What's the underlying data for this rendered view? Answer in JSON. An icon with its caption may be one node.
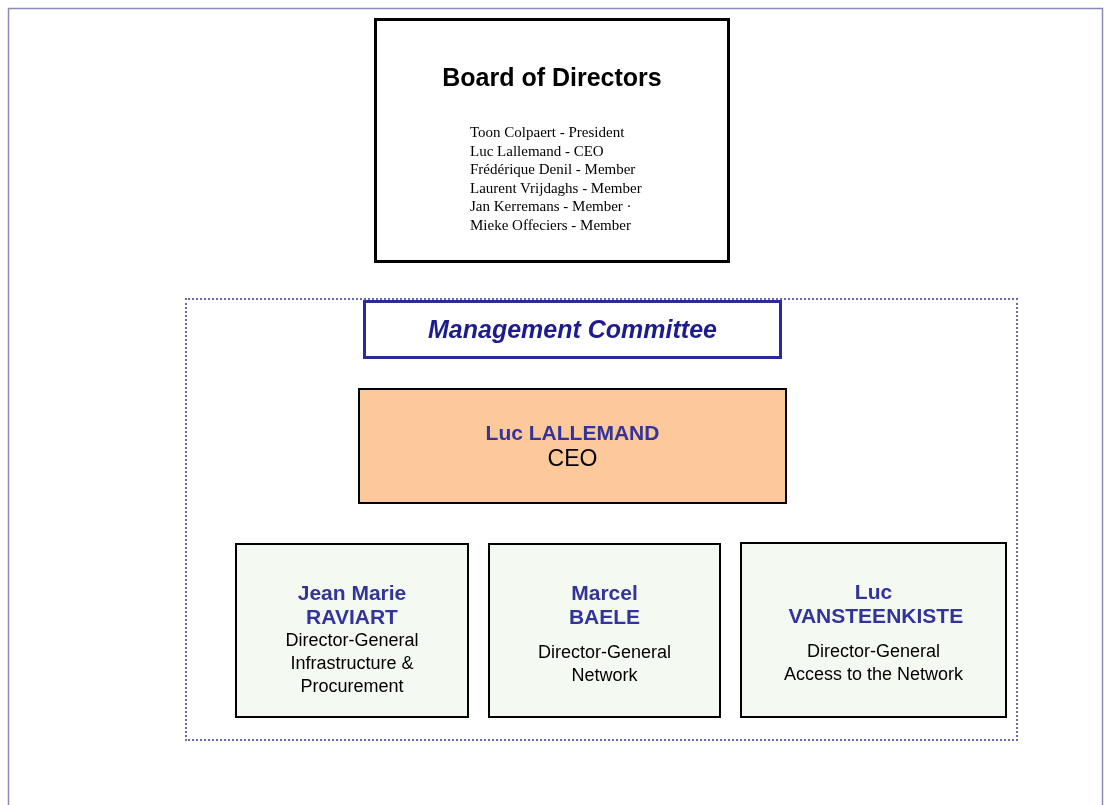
{
  "diagram": {
    "nodes": [
      {
        "text": [
          "Board of Directors",
          "Toon Colpaert - President",
          "Luc Lallemand - CEO",
          "Frédérique Denil -  Member",
          "Laurent Vrijdaghs - Member",
          "Jan Kerremans - Member  ·",
          "Mieke Offeciers - Member"
        ]
      },
      {
        "text": [],
        "shape": "box"
      },
      {
        "text": [
          "Management Committee"
        ],
        "in": 1
      },
      {
        "text": [
          "Luc LALLEMAND",
          "CEO"
        ],
        "in": 1
      },
      {
        "text": [
          "Jean Marie RAVIART",
          "Director-General Infrastructure & Procurement"
        ],
        "in": 1
      },
      {
        "text": [
          "Marcel BAELE",
          "Director-General Network"
        ],
        "in": 1
      },
      {
        "text": [
          "Luc VANSTEENKISTE",
          "Director-General Access to the Network"
        ],
        "in": 1
      }
    ],
    "edges": []
  }
}
